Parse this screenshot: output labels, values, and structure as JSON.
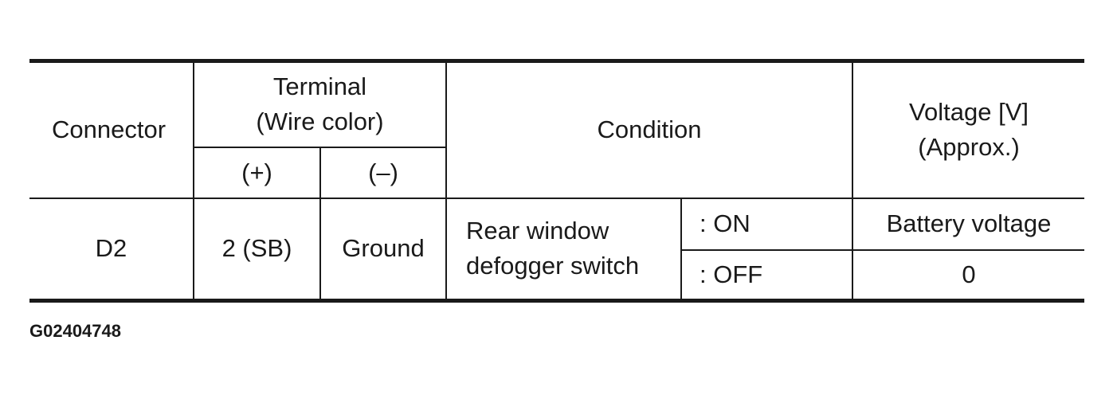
{
  "table": {
    "header": {
      "connector": "Connector",
      "terminal_line1": "Terminal",
      "terminal_line2": "(Wire color)",
      "plus": "(+)",
      "minus": "(–)",
      "condition": "Condition",
      "voltage_line1": "Voltage [V]",
      "voltage_line2": "(Approx.)"
    },
    "row": {
      "connector": "D2",
      "terminal_plus": "2 (SB)",
      "terminal_minus": "Ground",
      "condition_line1": "Rear window",
      "condition_line2": "defogger switch",
      "states": [
        {
          "state": ": ON",
          "voltage": "Battery voltage"
        },
        {
          "state": ": OFF",
          "voltage": "0"
        }
      ]
    }
  },
  "figure_code": "G02404748"
}
